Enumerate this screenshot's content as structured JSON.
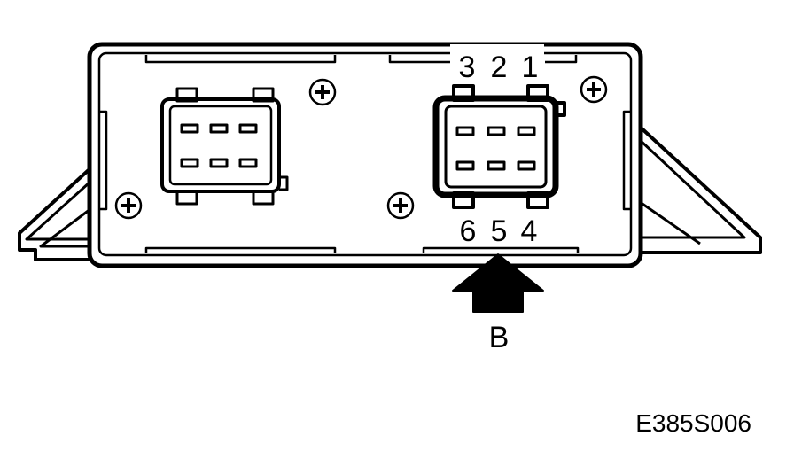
{
  "diagram": {
    "pin_labels_top": [
      "3",
      "2",
      "1"
    ],
    "pin_labels_bottom": [
      "6",
      "5",
      "4"
    ],
    "view_arrow_label": "B",
    "reference_code": "E385S006",
    "colors": {
      "ink": "#000000",
      "paper": "#ffffff"
    }
  }
}
